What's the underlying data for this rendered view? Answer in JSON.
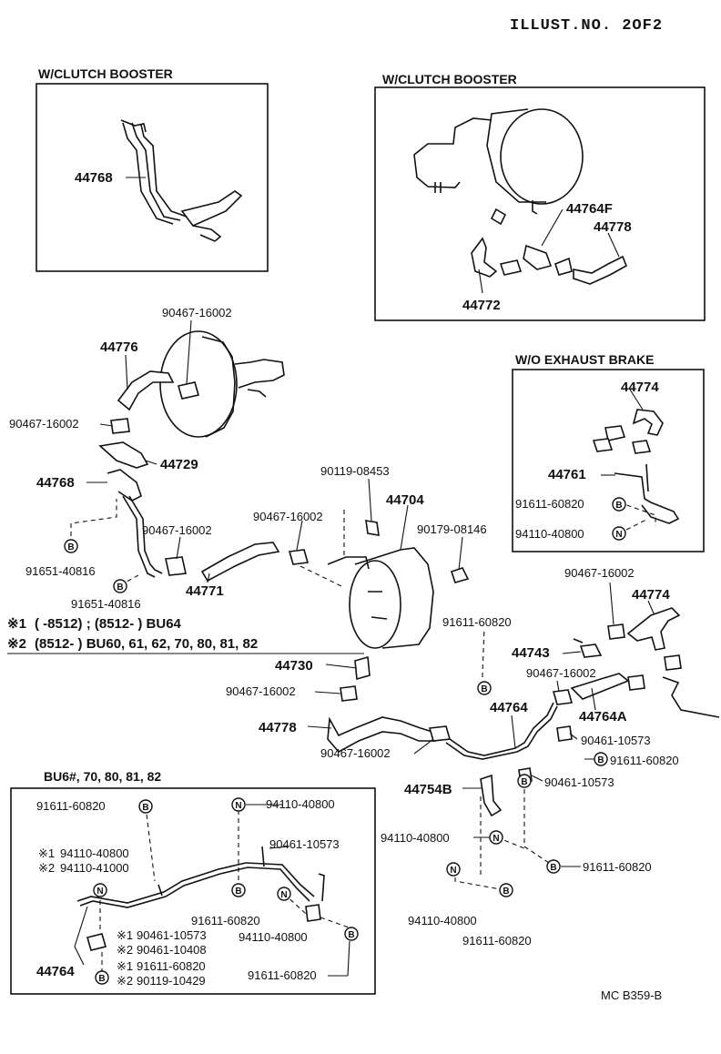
{
  "header": {
    "illust_no": "ILLUST.NO. 2OF2"
  },
  "footer": {
    "code": "MC B359-B"
  },
  "sections": {
    "clutch_booster_left": "W/CLUTCH BOOSTER",
    "clutch_booster_right": "W/CLUTCH BOOSTER",
    "wo_exhaust_brake": "W/O EXHAUST BRAKE",
    "bu6_models": "BU6#, 70, 80, 81, 82"
  },
  "notes": {
    "note1_mark": "※1",
    "note1_text": "(      -8512) ; (8512-       ) BU64",
    "note2_mark": "※2",
    "note2_text": "(8512-          ) BU60, 61, 62, 70, 80, 81, 82"
  },
  "symbols": {
    "bolt": "B",
    "nut": "N"
  },
  "parts": {
    "p44768_a": "44768",
    "p44764F": "44764F",
    "p44778_a": "44778",
    "p44772": "44772",
    "p90467_a": "90467-16002",
    "p44776": "44776",
    "p90467_b": "90467-16002",
    "p44729": "44729",
    "p44768_b": "44768",
    "p90467_c": "90467-16002",
    "p91651_a": "91651-40816",
    "p91651_b": "91651-40816",
    "p44771": "44771",
    "p90119_08453": "90119-08453",
    "p44704": "44704",
    "p90467_d": "90467-16002",
    "p90179": "90179-08146",
    "p44774_a": "44774",
    "p44761": "44761",
    "p91611_a": "91611-60820",
    "p94110_a": "94110-40800",
    "p90467_e": "90467-16002",
    "p44774_b": "44774",
    "p91611_b": "91611-60820",
    "p44743": "44743",
    "p44730": "44730",
    "p90467_f": "90467-16002",
    "p90467_g": "90467-16002",
    "p44764": "44764",
    "p44764A": "44764A",
    "p44778_b": "44778",
    "p90461_a": "90461-10573",
    "p91611_c": "91611-60820",
    "p90467_h": "90467-16002",
    "p44754B": "44754B",
    "p90461_b": "90461-10573",
    "p94110_b": "94110-40800",
    "p91611_d": "91611-60820",
    "p94110_c": "94110-40800",
    "p91611_e": "91611-60820",
    "b_91611_a": "91611-60820",
    "b_94110_a": "94110-40800",
    "b_90461_a": "90461-10573",
    "b_n1_mark": "※1",
    "b_n1_part": "94110-40800",
    "b_n2_mark": "※2",
    "b_n2_part": "94110-41000",
    "b_91611_b": "91611-60820",
    "b_94110_b": "94110-40800",
    "b_91611_c": "91611-60820",
    "b_44764": "44764",
    "b_c1_mark": "※1",
    "b_c1_part": "90461-10573",
    "b_c2_mark": "※2",
    "b_c2_part": "90461-10408",
    "b_b1_mark": "※1",
    "b_b1_part": "91611-60820",
    "b_b2_mark": "※2",
    "b_b2_part": "90119-10429"
  }
}
